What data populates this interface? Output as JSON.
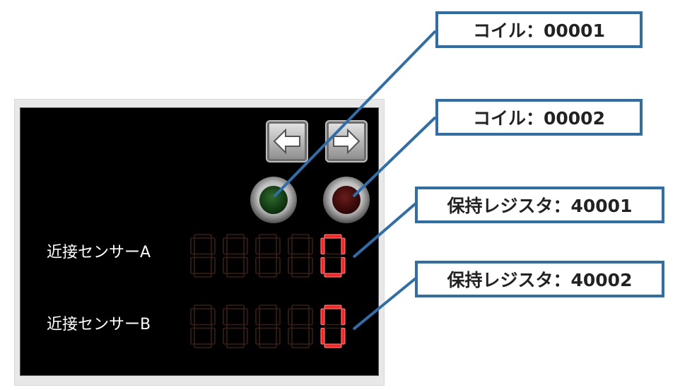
{
  "sensors": [
    {
      "label": "近接センサーA",
      "digits": [
        "8",
        "8",
        "8",
        "8",
        "0"
      ],
      "value": "0"
    },
    {
      "label": "近接センサーB",
      "digits": [
        "8",
        "8",
        "8",
        "8",
        "0"
      ],
      "value": "0"
    }
  ],
  "lamps": [
    {
      "name": "lamp-green",
      "color": "#2f6a2f",
      "state": "off"
    },
    {
      "name": "lamp-red",
      "color": "#6a1b1b",
      "state": "off"
    }
  ],
  "nav": {
    "left": "arrow-left-icon",
    "right": "arrow-right-icon"
  },
  "callouts": [
    {
      "text": "コイル：00001"
    },
    {
      "text": "コイル：00002"
    },
    {
      "text": "保持レジスタ：40001"
    },
    {
      "text": "保持レジスタ：40002"
    }
  ],
  "colors": {
    "accent": "#2e6faa",
    "segment_dim": "#3a1e16",
    "segment_lit": "#ff2020"
  }
}
